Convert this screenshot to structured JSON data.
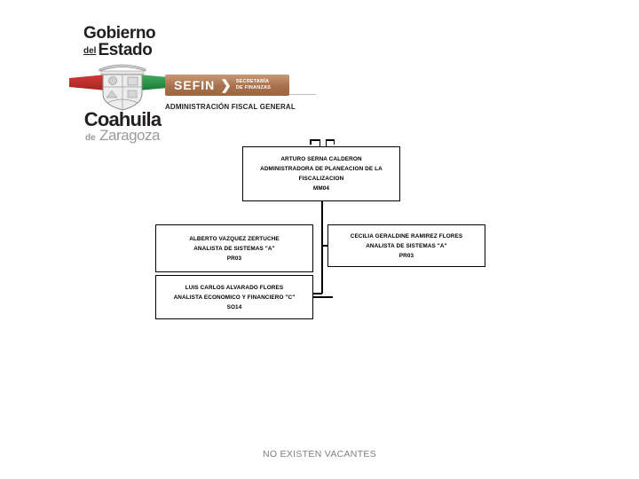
{
  "header": {
    "emblem": {
      "gobierno": "Gobierno",
      "del": "del",
      "estado": "Estado",
      "coahuila": "Coahuila",
      "de": "de",
      "zaragoza": "Zaragoza"
    },
    "sefin": {
      "acronym": "SEFIN",
      "separator": "❯",
      "subtitle_line1": "SECRETARÍA",
      "subtitle_line2": "DE FINANZAS",
      "department": "ADMINISTRACIÓN FISCAL GENERAL"
    },
    "colors": {
      "sefin_brown": "#a8714c",
      "ribbon_red": "#c0302b",
      "ribbon_green": "#2d8f46",
      "text_dark": "#231f20",
      "muted_gray": "#9b9b9b"
    }
  },
  "org_chart": {
    "nodes": [
      {
        "id": "root",
        "name": "ARTURO SERNA CALDERON",
        "title_line1": "ADMINISTRADORA DE PLANEACION DE LA",
        "title_line2": "FISCALIZACION",
        "code": "MM04"
      },
      {
        "id": "alberto",
        "name": "ALBERTO VAZQUEZ ZERTUCHE",
        "title_line1": "ANALISTA DE SISTEMAS \"A\"",
        "title_line2": "",
        "code": "PR03"
      },
      {
        "id": "cecilia",
        "name": "CECILIA GERALDINE RAMIREZ FLORES",
        "title_line1": "ANALISTA DE SISTEMAS \"A\"",
        "title_line2": "",
        "code": "PR03"
      },
      {
        "id": "luis",
        "name": "LUIS CARLOS ALVARADO FLORES",
        "title_line1": "ANALISTA ECONOMICO Y FINANCIERO \"C\"",
        "title_line2": "",
        "code": "SO14"
      }
    ]
  },
  "footer": {
    "note": "NO EXISTEN VACANTES"
  }
}
